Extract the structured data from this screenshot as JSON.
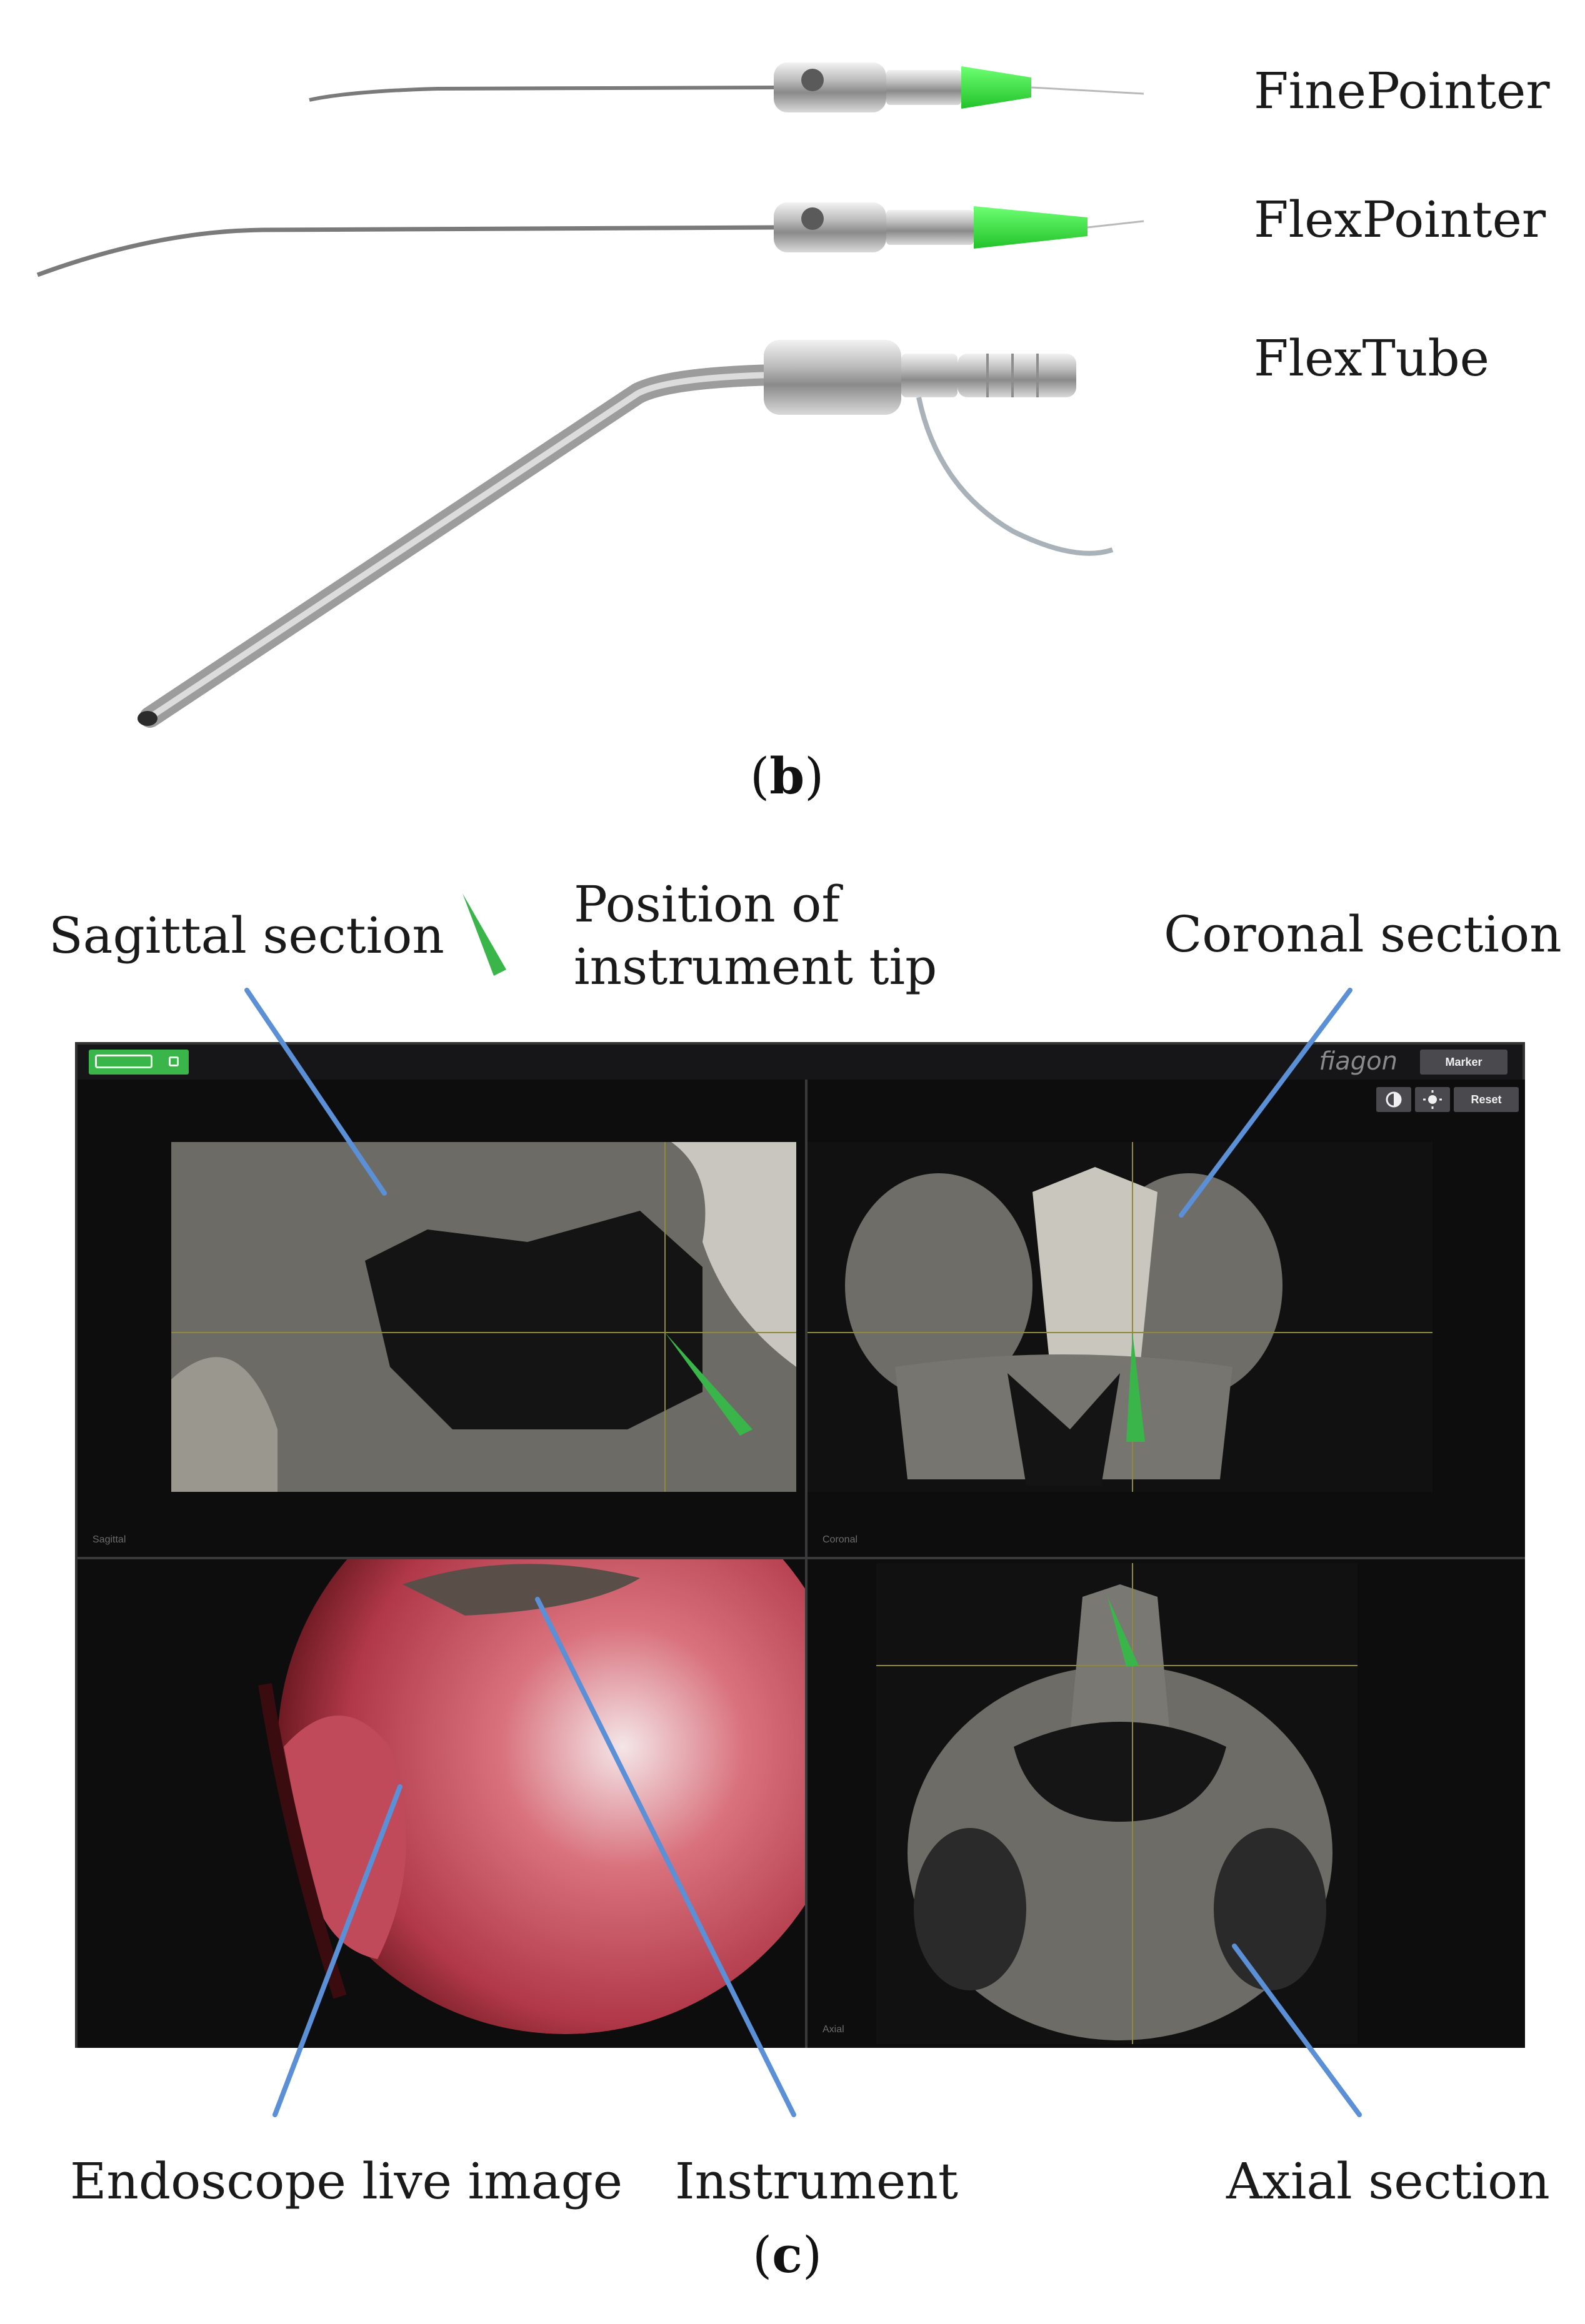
{
  "instruments": [
    {
      "name": "FinePointer"
    },
    {
      "name": "FlexPointer"
    },
    {
      "name": "FlexTube"
    }
  ],
  "captions": {
    "b": "b",
    "c": "c"
  },
  "annotations": {
    "sagittal": "Sagittal section",
    "tip_line1": "Position of",
    "tip_line2": "instrument tip",
    "coronal": "Coronal section",
    "endoscope": "Endoscope live image",
    "instrument": "Instrument",
    "axial": "Axial section"
  },
  "screen": {
    "brand": "fiagon",
    "marker_button": "Marker",
    "reset_button": "Reset",
    "view_labels": {
      "sagittal": "Sagittal",
      "coronal": "Coronal",
      "endoscope": "",
      "axial": "Axial"
    }
  },
  "colors": {
    "accent_green": "#39b54a",
    "pointer_line": "#5b8fd6",
    "crosshair": "#8f8a3a"
  }
}
